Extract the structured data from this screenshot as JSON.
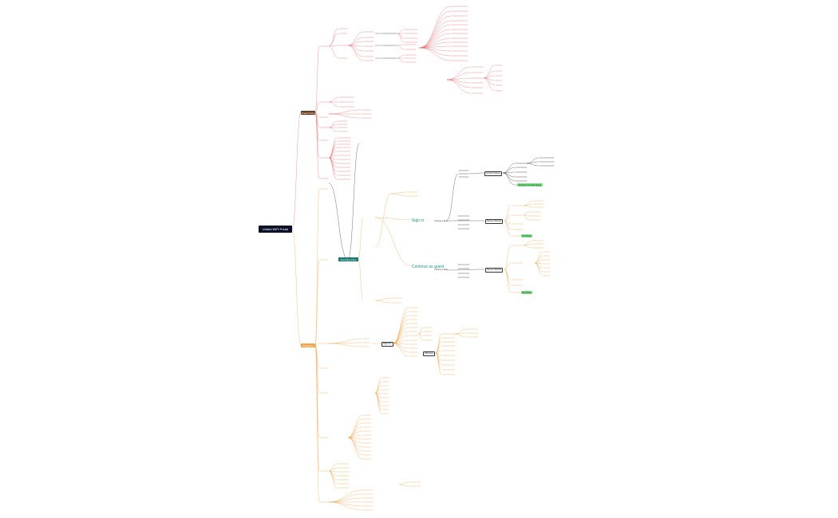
{
  "root": {
    "label": "United WiFi Portal"
  },
  "branches": {
    "travel": "Travel Portal",
    "navigation": "Navigation"
  },
  "purchase_flow": {
    "label": "Purchase Flow"
  },
  "flow": {
    "sign_in": "Sign in",
    "continue_guest": "Continue as guest",
    "choose_plan": "Choose a Plan",
    "choose_plan_2": "Choose a Plan",
    "payment_method": "Payment Method",
    "payment_method_2": "Payment Method",
    "purchase": "Purchase",
    "purchase_2": "Purchase",
    "activate_free_messaging": "Activate Free Messaging",
    "account_scheme": "Account Scheme",
    "flight_info": "Flight Info",
    "wifi_pass": "WiFi Pass"
  },
  "colors": {
    "root": "#0b1028",
    "travel": "#6b3a1f",
    "navigation": "#f0a24a",
    "purchase_flow": "#177a6c",
    "green_action": "#7fdc8a",
    "red_line": "#e86a6a",
    "orange_line": "#f0a24a",
    "dark_line": "#333333"
  }
}
